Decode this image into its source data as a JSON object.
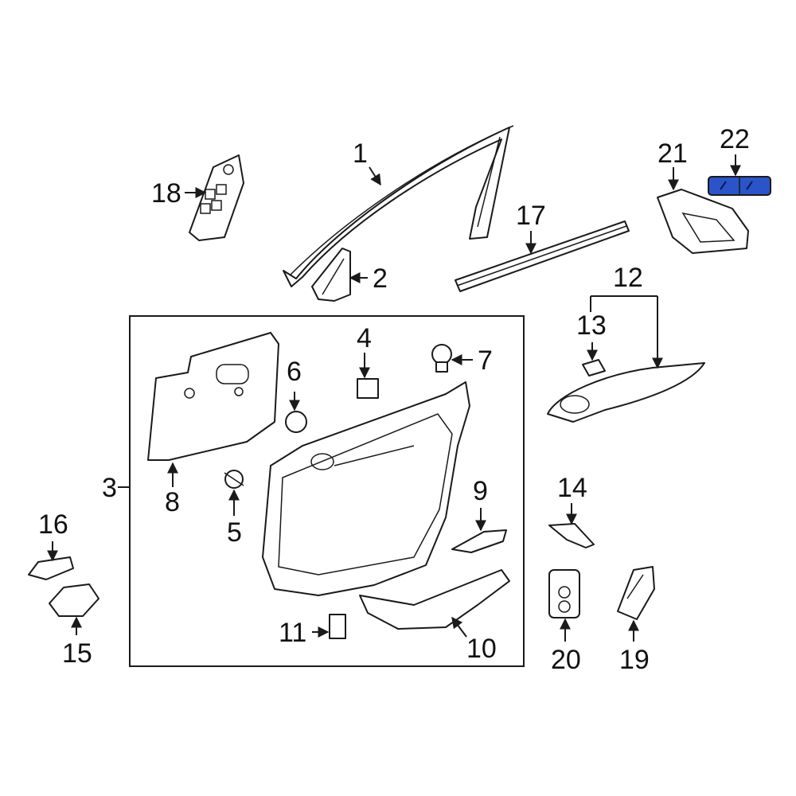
{
  "callouts": {
    "c1": "1",
    "c2": "2",
    "c3": "3",
    "c4": "4",
    "c5": "5",
    "c6": "6",
    "c7": "7",
    "c8": "8",
    "c9": "9",
    "c10": "10",
    "c11": "11",
    "c12": "12",
    "c13": "13",
    "c14": "14",
    "c15": "15",
    "c16": "16",
    "c17": "17",
    "c18": "18",
    "c19": "19",
    "c20": "20",
    "c21": "21",
    "c22": "22"
  },
  "colors": {
    "highlight": "#2b54c8",
    "outline": "#1a1a1a"
  },
  "highlighted_part": "22"
}
